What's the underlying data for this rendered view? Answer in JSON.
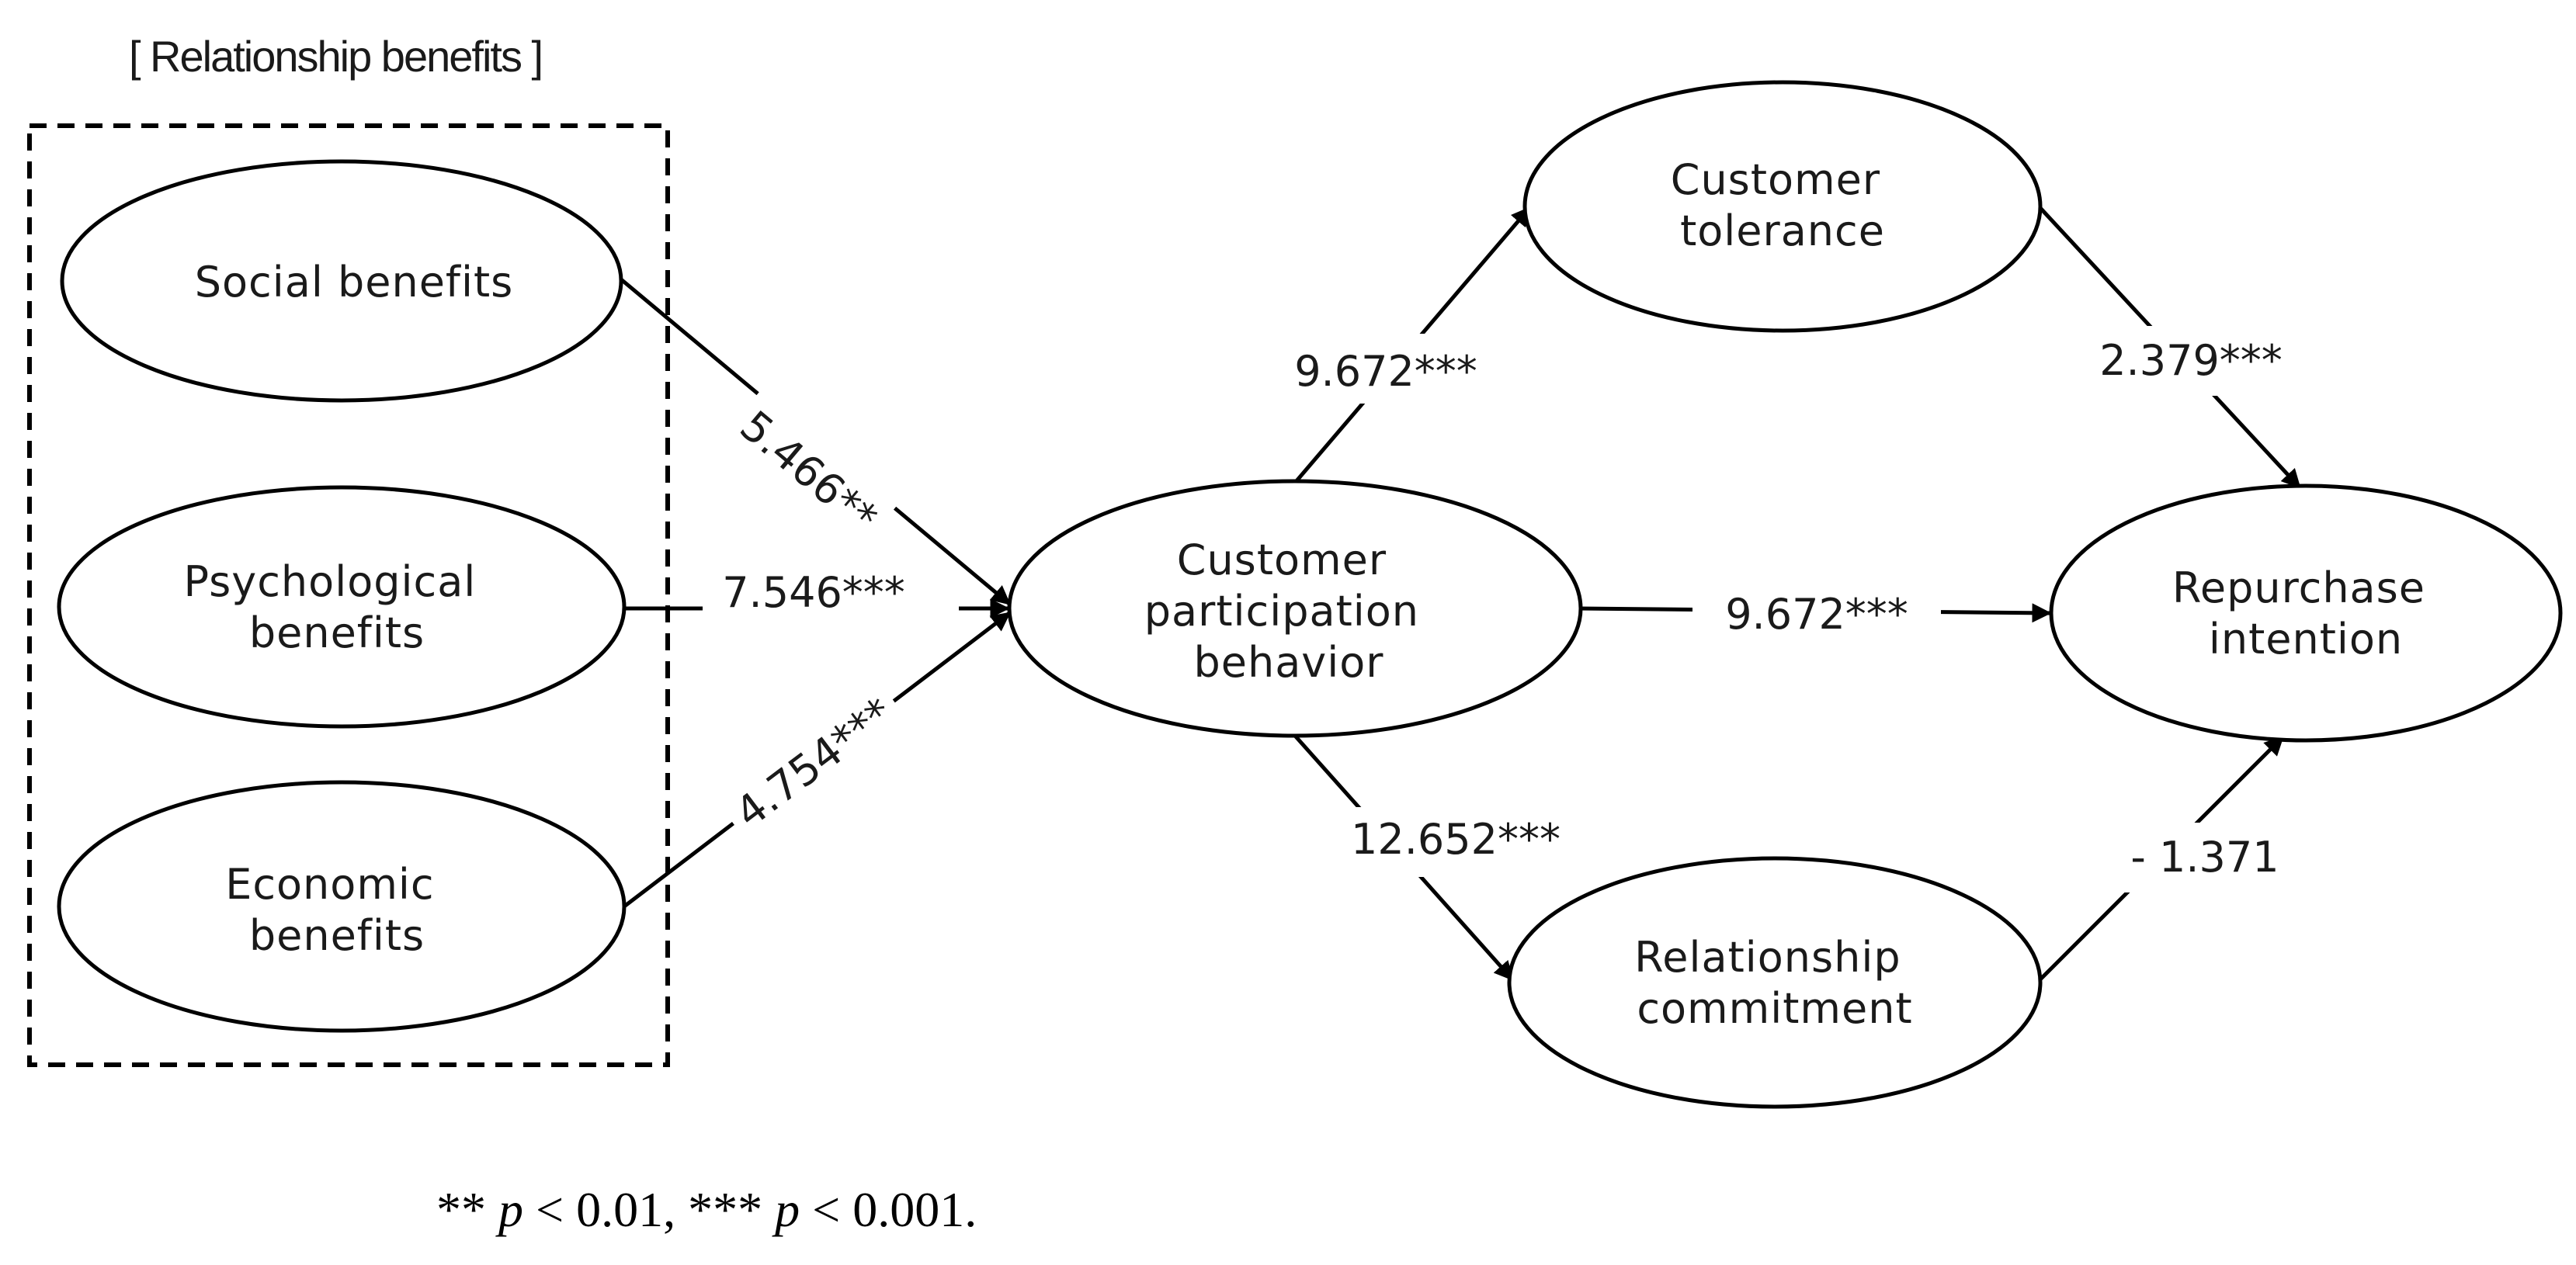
{
  "group": {
    "label": "[ Relationship benefits ]"
  },
  "nodes": {
    "social": {
      "lines": [
        "Social benefits"
      ]
    },
    "psychological": {
      "lines": [
        "Psychological",
        "benefits"
      ]
    },
    "economic": {
      "lines": [
        "Economic",
        "benefits"
      ]
    },
    "participation": {
      "lines": [
        "Customer",
        "participation",
        "behavior"
      ]
    },
    "tolerance": {
      "lines": [
        "Customer",
        "tolerance"
      ]
    },
    "commitment": {
      "lines": [
        "Relationship",
        "commitment"
      ]
    },
    "repurchase": {
      "lines": [
        "Repurchase",
        "intention"
      ]
    }
  },
  "edges": {
    "social_participation": "5.466**",
    "psychological_participation": "7.546***",
    "economic_participation": "4.754***",
    "participation_tolerance": "9.672***",
    "participation_repurchase": "9.672***",
    "participation_commitment": "12.652***",
    "tolerance_repurchase": "2.379***",
    "commitment_repurchase": "- 1.371"
  },
  "note": {
    "sig1_stars": "**",
    "sig1_var": "p",
    "sig1_rest": " < 0.01, ",
    "sig2_stars": "***",
    "sig2_var": "p",
    "sig2_rest": " < 0.001."
  },
  "colors": {
    "stroke": "#000000",
    "background": "#ffffff"
  }
}
